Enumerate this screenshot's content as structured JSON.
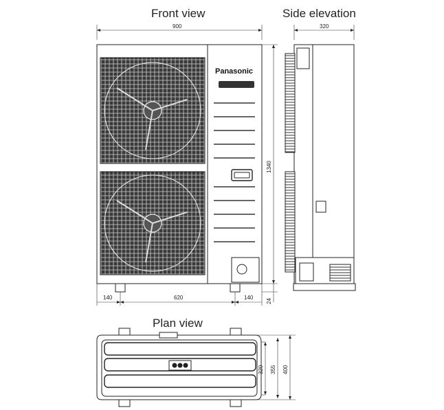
{
  "views": {
    "front": "Front view",
    "side": "Side elevation",
    "plan": "Plan view"
  },
  "brand": "Panasonic",
  "dimensions": {
    "front_width": "900",
    "front_height": "1340",
    "foot_left": "140",
    "foot_span": "620",
    "foot_right": "140",
    "base_height": "24",
    "side_depth": "320",
    "plan_depth_inner": "320",
    "plan_depth_mid": "355",
    "plan_depth_outer": "400"
  },
  "colors": {
    "line": "#222222",
    "grille": "#2b2b2b",
    "background": "#ffffff"
  }
}
